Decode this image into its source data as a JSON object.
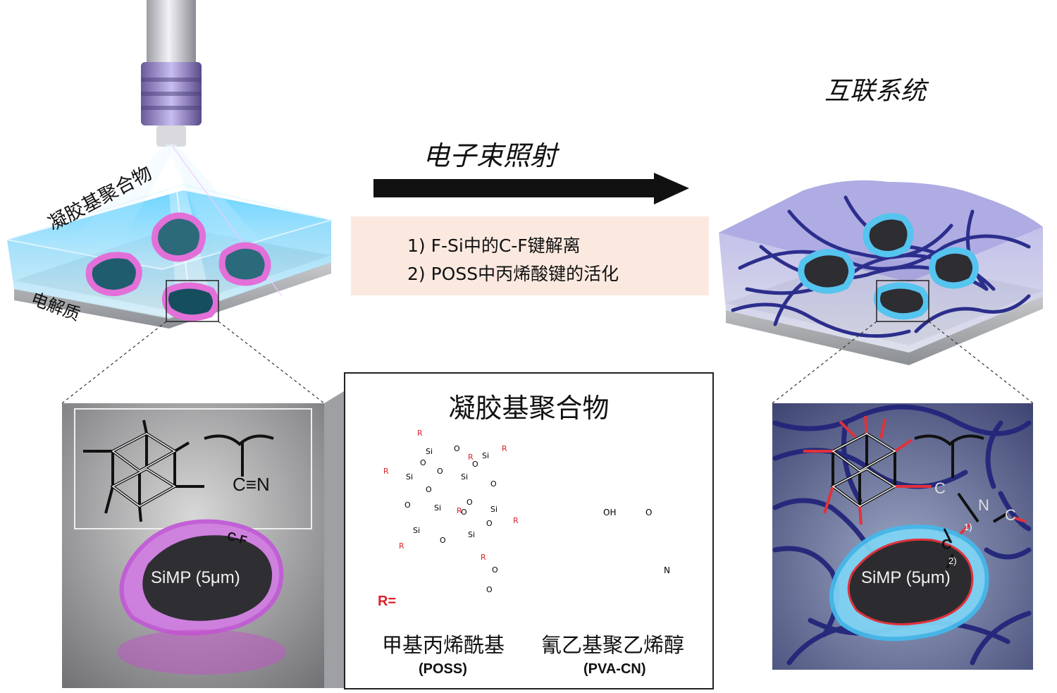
{
  "arrow_label": "电子束照射",
  "right_title": "互联系统",
  "left_scene": {
    "polymer_label": "凝胶基聚合物",
    "electrolyte_label": "电解质"
  },
  "steps": [
    "1) F-Si中的C-F键解离",
    "2) POSS中丙烯酸键的活化"
  ],
  "left_zoom": {
    "nitrile_label": "C≡N",
    "cf_label": "C-F",
    "particle_label": "SiMP (5μm)"
  },
  "chem_panel": {
    "title": "凝胶基聚合物",
    "r_group_label": "R=",
    "poss_caption": "甲基丙烯酰基",
    "poss_abbr": "(POSS)",
    "pva_caption": "氰乙基聚乙烯醇",
    "pva_abbr": "(PVA-CN)",
    "si_atom": "Si",
    "o_atom": "O",
    "r_atom": "R",
    "oh_label": "OH",
    "n_label": "N"
  },
  "right_zoom": {
    "chain_c1": "C",
    "chain_n": "N",
    "chain_c2": "C",
    "bond_c": "C",
    "step1": "1)",
    "step2": "2)",
    "particle_label": "SiMP (5μm)"
  },
  "colors": {
    "beam_blue": "#39b6ff",
    "gel_pink": "#d45bd8",
    "crosslink_red": "#e0323c",
    "fiber_navy": "#2c2e8c",
    "steps_bg": "#fbe9e0"
  }
}
